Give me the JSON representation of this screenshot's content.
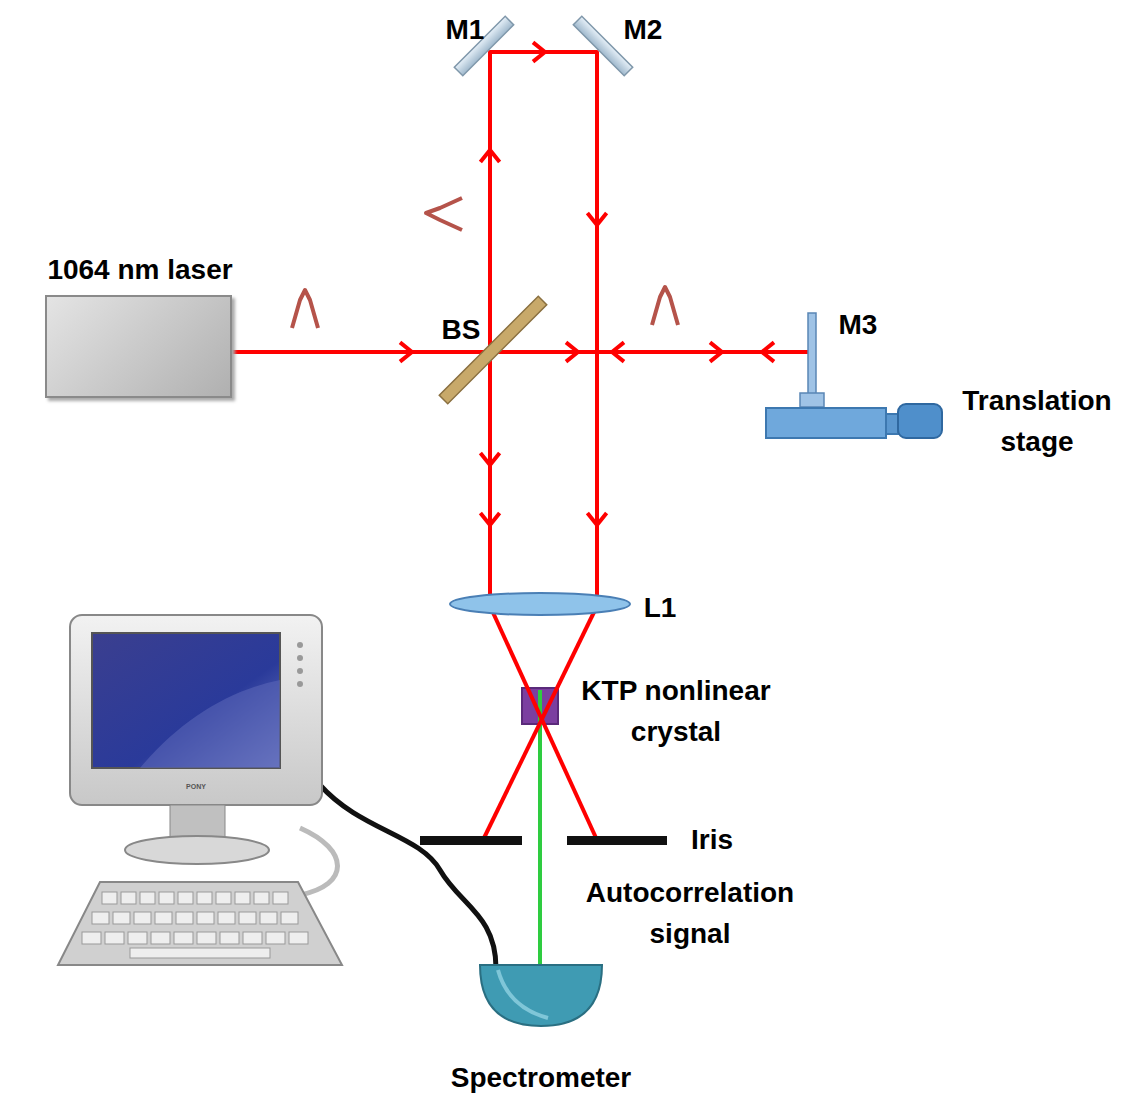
{
  "diagram": {
    "nodes": [
      {
        "text": [
          "1064 nm laser"
        ]
      },
      {
        "text": [
          "Translation stage"
        ]
      },
      {
        "text": [
          "Spectrometer"
        ]
      }
    ],
    "labels": [
      "M1",
      "M2",
      "BS",
      "M3",
      "L1",
      "KTP nonlinear crystal",
      "Iris",
      "Autocorrelation signal",
      "PONY"
    ]
  }
}
